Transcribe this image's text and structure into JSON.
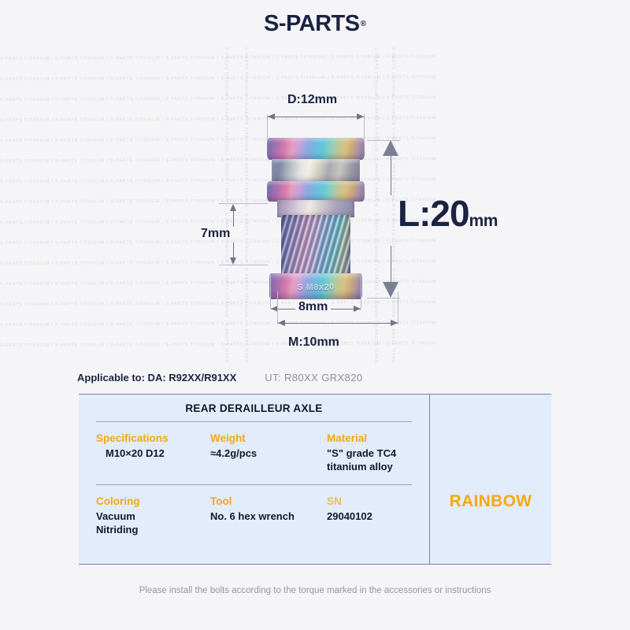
{
  "brand": {
    "name": "S-PARTS",
    "registered_mark": "®"
  },
  "watermark": {
    "text": "S-PARTS TITANIUM / S-PARTS TITANIUM / S-PARTS TITANIUM / S-PARTS TITANIUM / S-PARTS TITANIUM / S-PARTS TITANIUM / S-PARTS TITANIUM / S-PARTS TITANIUM"
  },
  "product": {
    "engraving": "S M8x20"
  },
  "dimensions": {
    "diameter": "D:12mm",
    "length_value": "L:20",
    "length_unit": "mm",
    "thread_length": "7mm",
    "shank": "8mm",
    "thread_spec": "M:10mm"
  },
  "applicable": {
    "primary": "Applicable to: DA: R92XX/R91XX",
    "secondary": "UT:  R80XX  GRX820"
  },
  "spec_table": {
    "title": "REAR DERAILLEUR AXLE",
    "row1": [
      {
        "label": "Specifications",
        "value": "M10×20 D12"
      },
      {
        "label": "Weight",
        "value": "≈4.2g/pcs"
      },
      {
        "label": "Material",
        "value": "\"S\" grade TC4\ntitanium alloy"
      }
    ],
    "row2": [
      {
        "label": "Coloring",
        "value": "Vacuum\nNitriding"
      },
      {
        "label": "Tool",
        "value": "No. 6 hex wrench"
      },
      {
        "label": "SN",
        "value": "29040102"
      }
    ],
    "color_option": "RAINBOW"
  },
  "footer": {
    "note": "Please install the bolts according to the torque marked in the accessories or instructions"
  },
  "colors": {
    "brand_navy": "#1b2340",
    "accent_orange": "#f5a814",
    "panel_blue": "#e2ecfa",
    "background": "#f5f5f8"
  }
}
